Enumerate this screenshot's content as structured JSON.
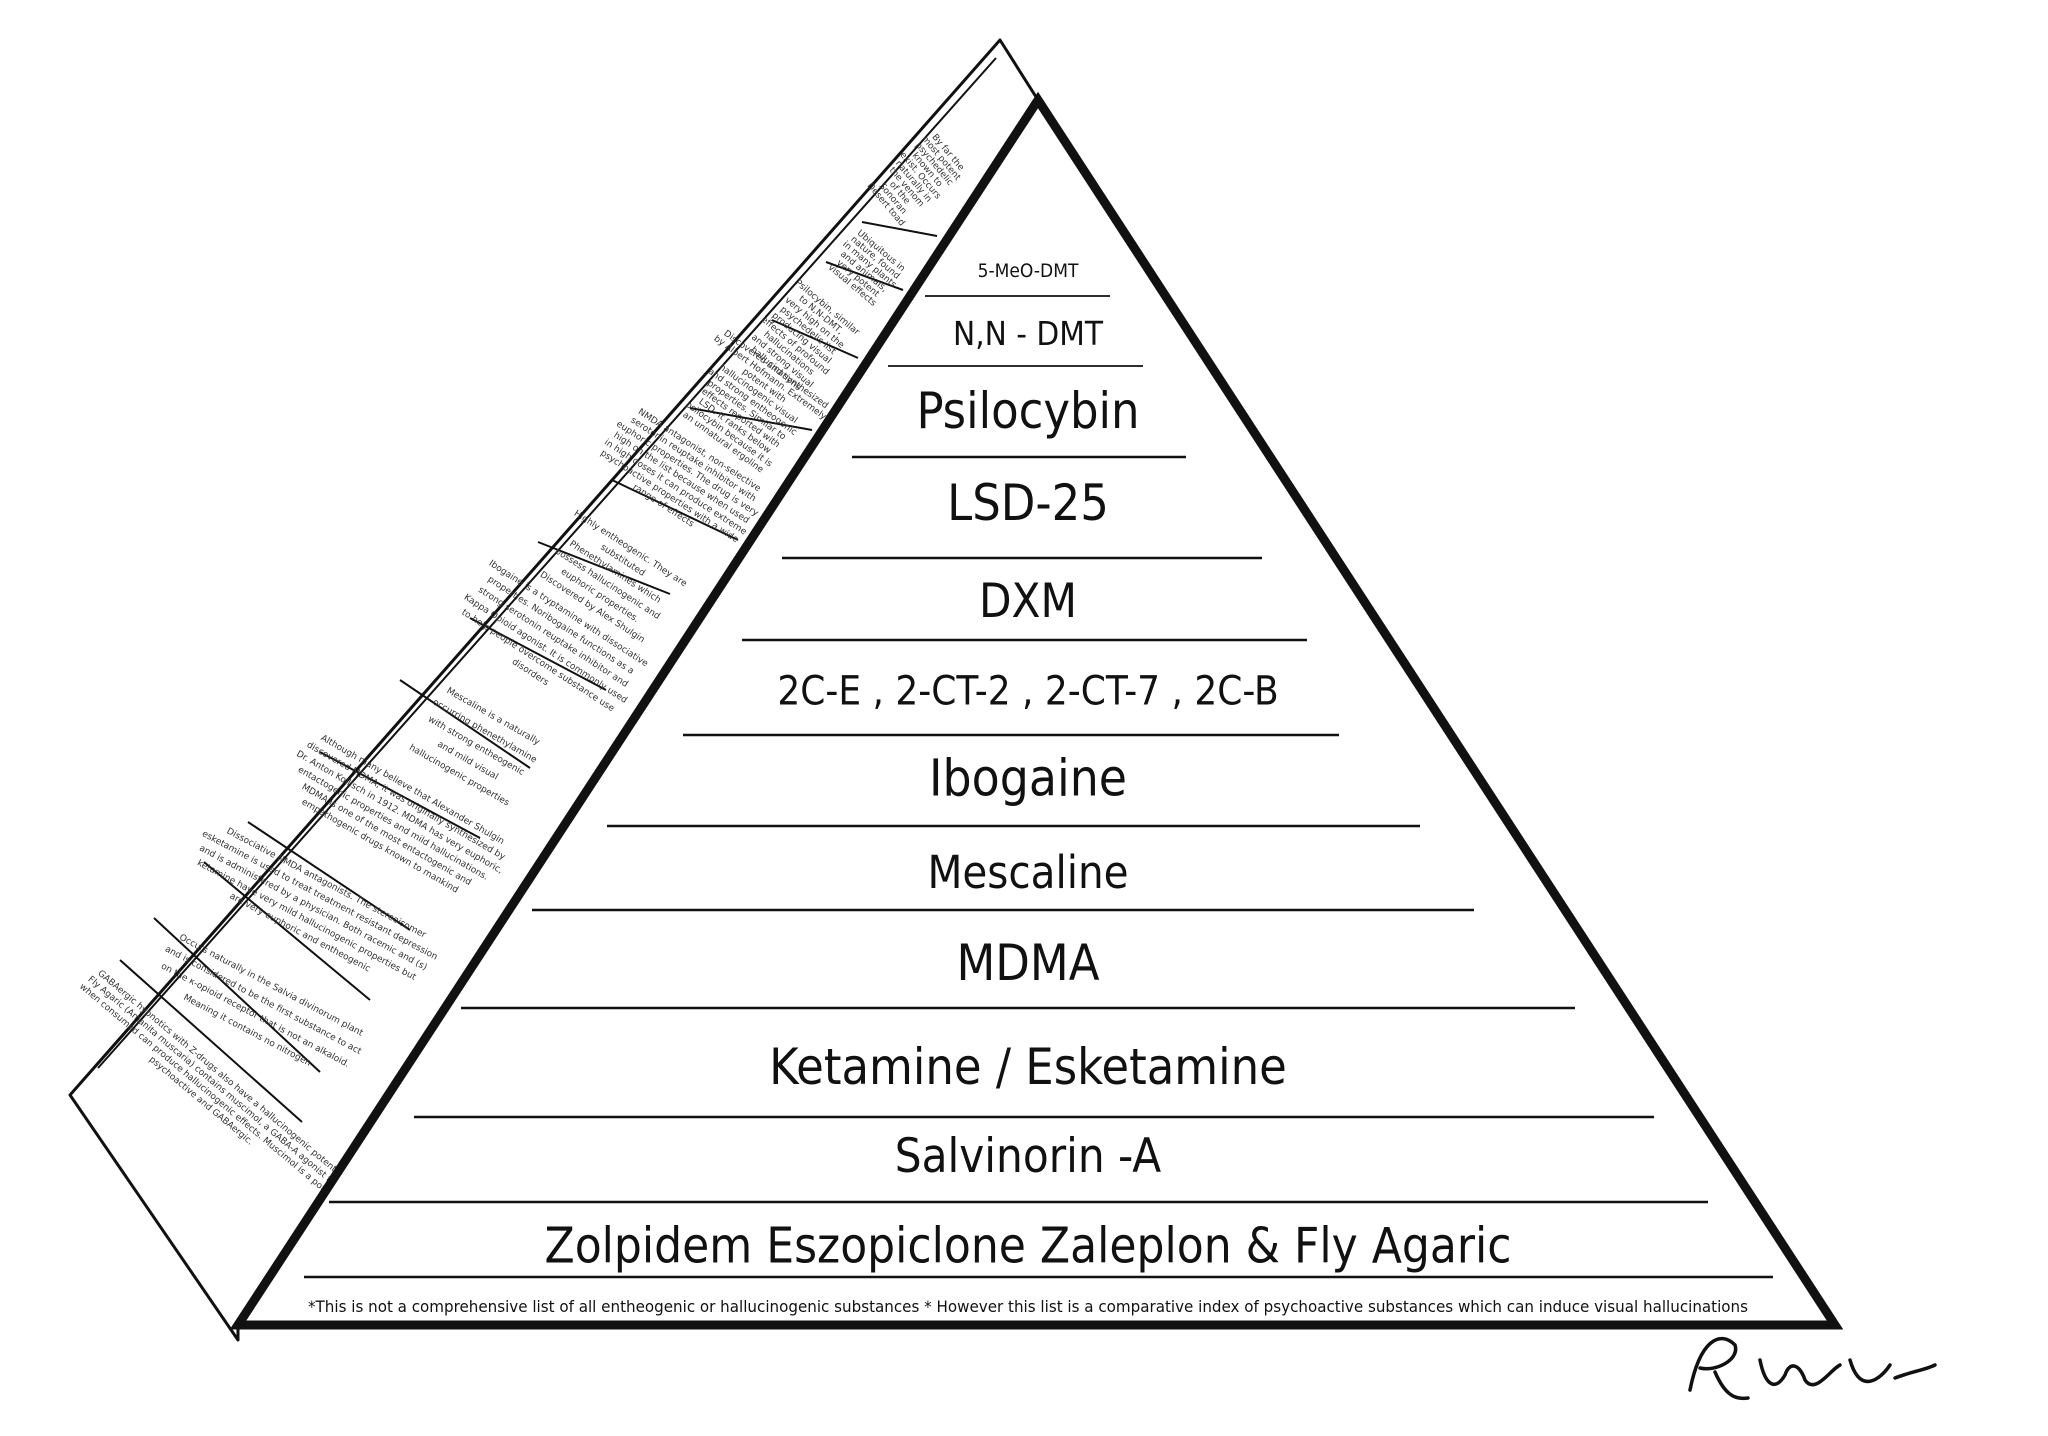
{
  "tiers": [
    "5-MeO-DMT",
    "N,N - DMT",
    "Psilocybin",
    "LSD-25",
    "DXM",
    "2C-E , 2-CT-2 , 2-CT-7 , 2C-B",
    "Ibogaine",
    "Mescaline",
    "MDMA",
    "Ketamine / Esketamine",
    "Salvinorin -A",
    "Zolpidem     Eszopiclone     Zaleplon  & Fly Agaric"
  ],
  "descriptions": [
    [
      "Occurs naturally in the Salvia divinorum plant",
      "and is considered to be the first substance to act",
      "on the κ-opioid receptor that is not an alkaloid.",
      "Meaning it contains no nitrogen"
    ],
    [
      "Dissociative NMDA antagonists. The stereoisomer",
      "esketamine is used to treat treatment resistant depression",
      "and is administered by a physician. Both racemic and (s)",
      "ketamine have very mild hallucinogenic properties but",
      "are very euphoric and entheogenic"
    ],
    [
      "Although many believe that Alexander Shulgin",
      "discovered MDMA, it was originally synthesized by",
      "Dr. Anton Kollisch in 1912. MDMA has very euphoric,",
      "entactogenic properties and mild hallucinations.",
      "MDMA is one of the most entactogenic and",
      "empathogenic drugs known to mankind"
    ],
    [
      "Mescaline is a naturally",
      "occurring phenethylamine",
      "with strong entheogenic",
      "and mild visual",
      "hallucinogenic properties"
    ],
    [
      "Ibogaine is a tryptamine with dissociative",
      "properties. Noribogaine functions as a",
      "strong serotonin reuptake inhibitor and",
      "Kappa Opioid agonist. It is commonly used",
      "to help people overcome substance use",
      "disorders"
    ],
    [
      "Highly entheogenic. They are",
      "substituted",
      "Phenethylamines which",
      "possess hallucinogenic and",
      "euphoric properties.",
      "Discovered by Alex Shulgin"
    ],
    [
      "NMDA antagonist, non-selective",
      "serotonin reuptake inhibitor with",
      "euphoric properties. The drug is very",
      "high on the list because when used",
      "in high doses it can produce extreme",
      "psychoactive properties with a wide",
      "range of effects"
    ],
    [
      "Discovered and synthesized",
      "by Albert Hofmann. Extremely",
      "potent with",
      "hallucinogenic visual",
      "and strong entheogenic",
      "properties. Similar to",
      "effects reported with",
      "LSD. It ranks below",
      "psilocybin because it is",
      "an unnatural ergoline"
    ],
    [
      "Psilocybin, similar",
      "to N,N-DMT,",
      "very high on the",
      "psychedelic list",
      "producing visual",
      "effects of profound",
      "hallucinations",
      "and strong visual",
      "hallucinations"
    ],
    [
      "Ubiquitous in",
      "nature, found",
      "in many plants",
      "and animals,",
      "very potent",
      "visual effects"
    ],
    [
      "By far the",
      "most potent",
      "psychedelic",
      "known to",
      "exist. Occurs",
      "naturally in",
      "the venom",
      "of the",
      "Sonoran",
      "Desert toad"
    ]
  ],
  "base_description": [
    "GABAergic hypnotics with Z-drugs also have a hallucinogenic potential.",
    "Fly Agaric (Amanita muscaria) contains muscimol, a GABA-A agonist that",
    "when consumed can produce hallucinogenic effects. Muscimol is a potent",
    "psychoactive and GABAergic."
  ],
  "footnote": "*This is not a comprehensive list of all entheogenic or hallucinogenic substances * However this list is a comparative index of psychoactive substances which can induce visual hallucinations",
  "signature": "RaphaelSeno",
  "colors": {
    "ink": "#111111",
    "paper": "#ffffff"
  }
}
